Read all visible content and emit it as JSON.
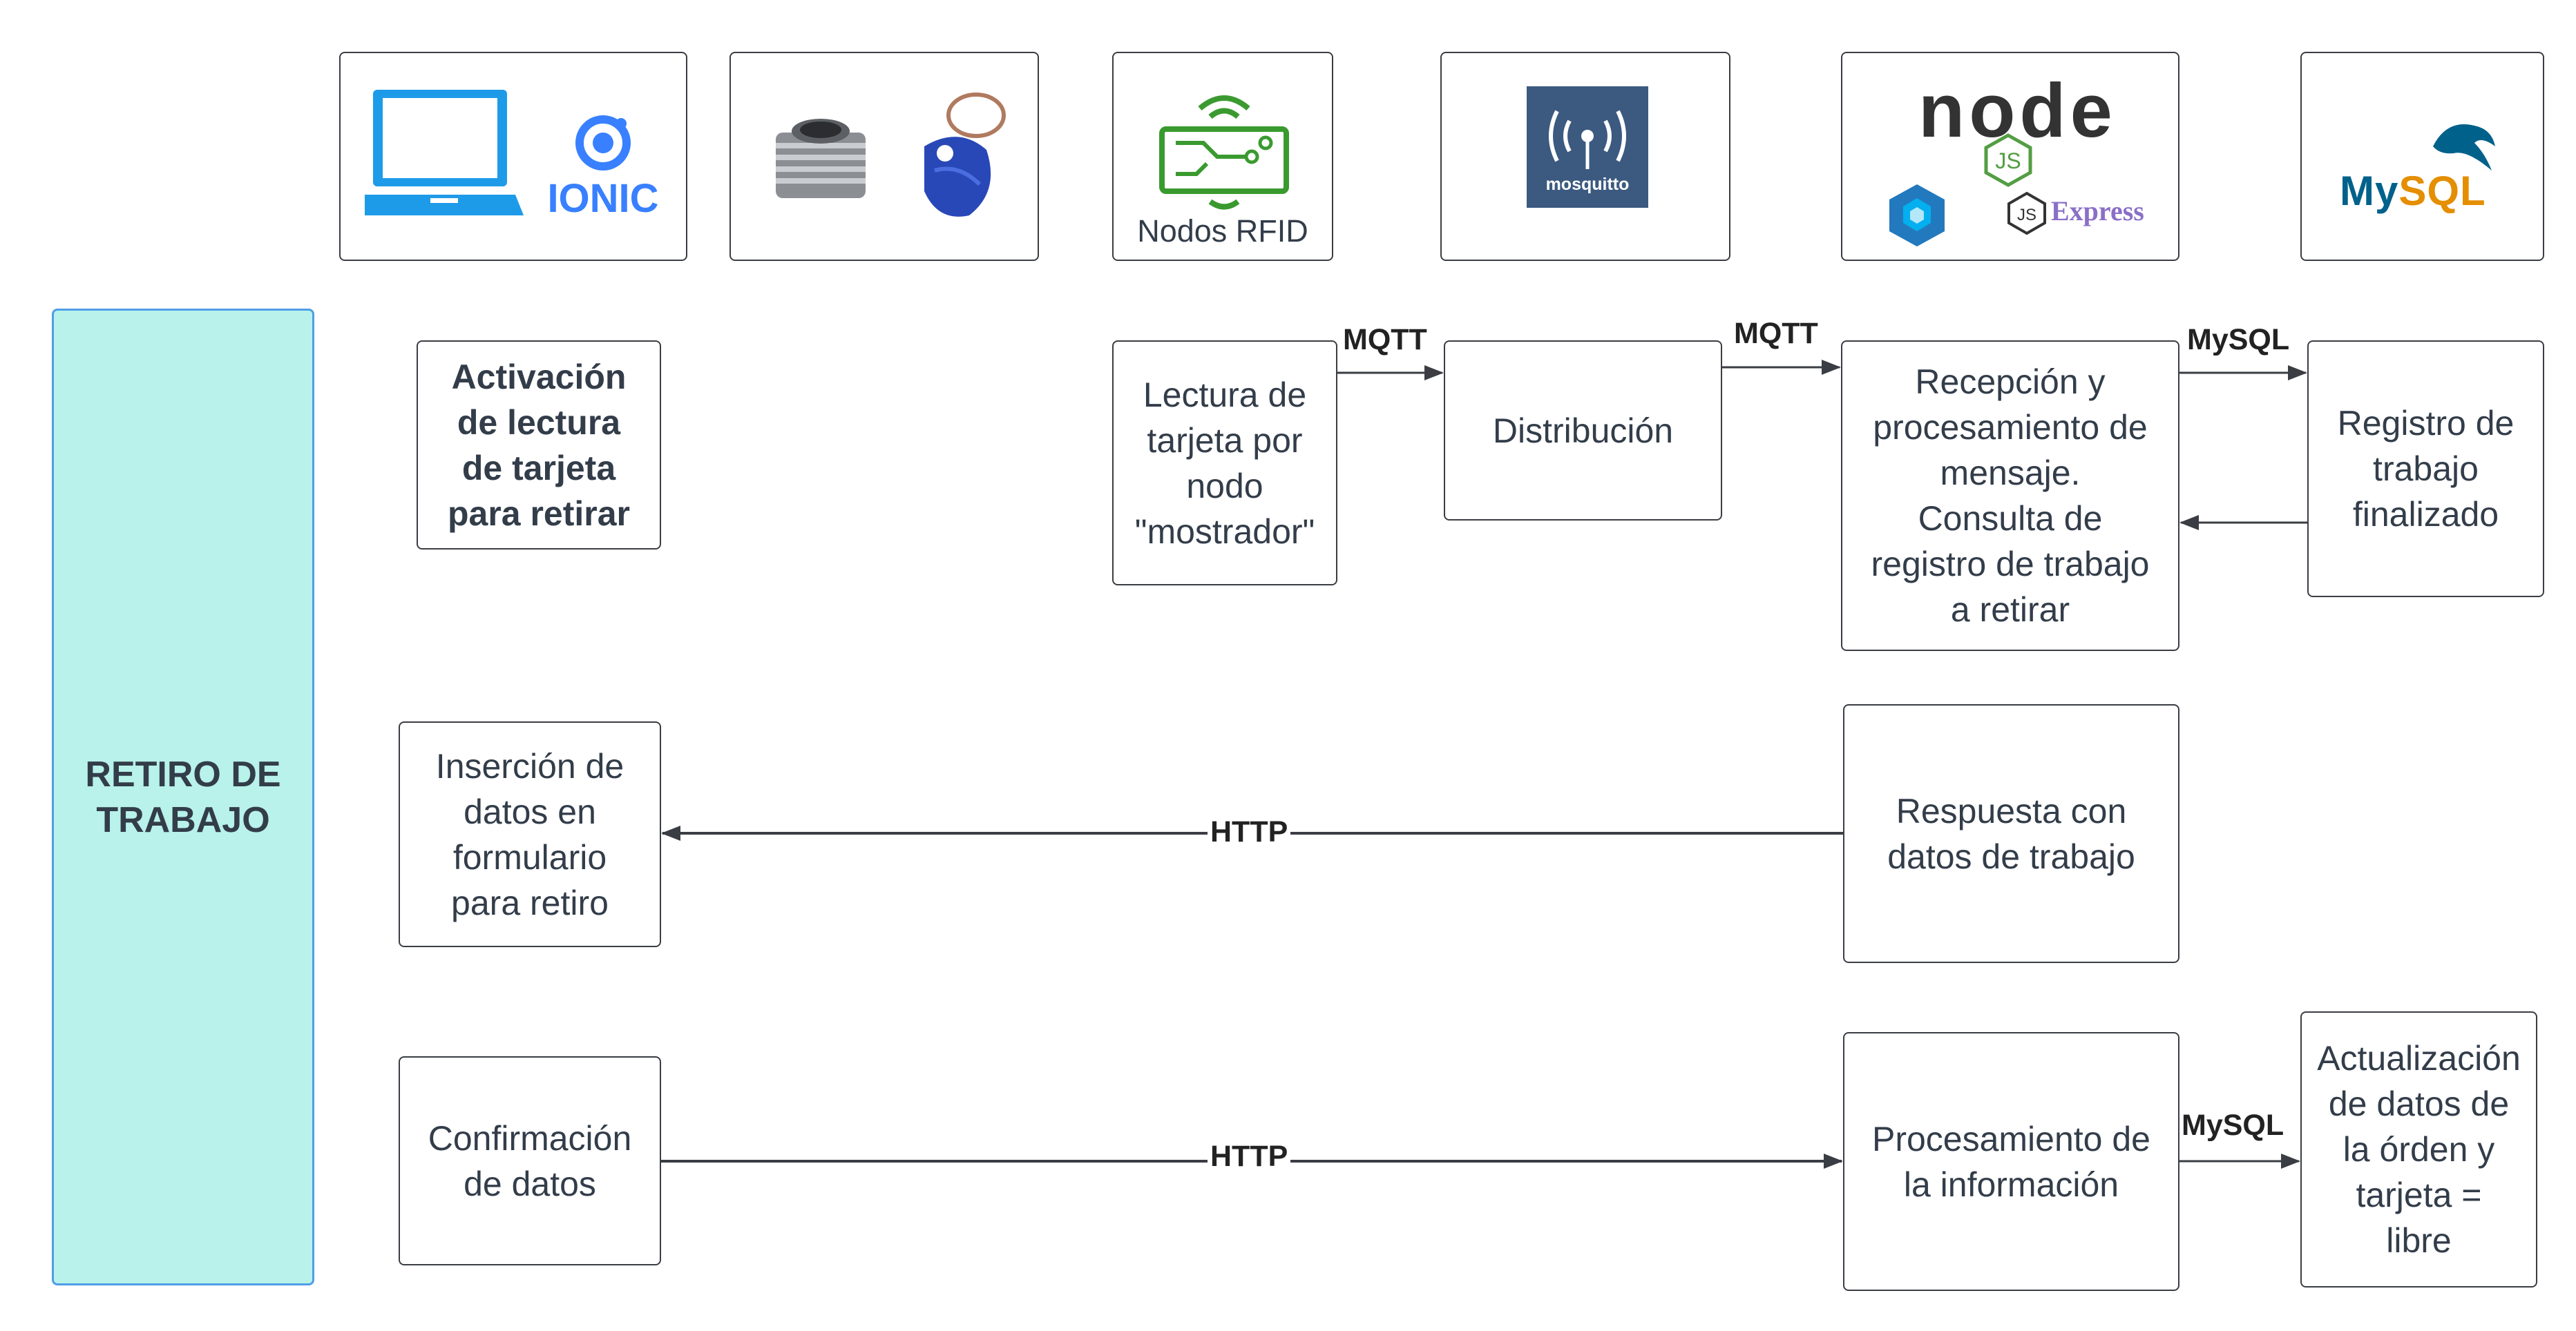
{
  "colors": {
    "swimlane_fill": "#b8f2ea",
    "swimlane_border": "#4f9ee6",
    "box_border": "#3a3d43",
    "text": "#333d4a",
    "arrow": "#3a3d43",
    "laptop_blue": "#1e9be8",
    "ionic_blue": "#3880ff",
    "rfid_green": "#3a9a2f",
    "mosquitto_bg": "#3c5a80",
    "node_dark": "#333333",
    "node_green": "#539e43",
    "express_purple": "#8a6fc8",
    "mysql_blue": "#00618a",
    "mysql_orange": "#e48e00"
  },
  "swimlane": {
    "label": "RETIRO DE\nTRABAJO"
  },
  "components": {
    "frontend": {
      "icons": [
        "laptop-icon",
        "ionic-logo"
      ],
      "ionic_text": "IONIC"
    },
    "hardware": {
      "icons": [
        "motor-cylinder-image",
        "rfid-keyfob-image"
      ]
    },
    "rfid": {
      "icon": "rfid-circuit-icon",
      "label": "Nodos RFID"
    },
    "broker": {
      "icon": "mosquitto-logo",
      "text": "mosquitto"
    },
    "backend": {
      "icons": [
        "nodejs-logo",
        "sequelize-logo",
        "express-logo"
      ],
      "node_text": "node",
      "express_text": "Express"
    },
    "database": {
      "icon": "mysql-logo",
      "text_my": "My",
      "text_sql": "SQL"
    }
  },
  "steps": {
    "activation": "Activación\nde lectura\nde tarjeta\npara retirar",
    "read_card": "Lectura de\ntarjeta por\nnodo\n\"mostrador\"",
    "distribution": "Distribución",
    "reception": "Recepción y\nprocesamiento de\nmensaje.\nConsulta de\nregistro de trabajo\na retirar",
    "record_finished": "Registro de\ntrabajo\nfinalizado",
    "insert_form": "Inserción de\ndatos en\nformulario\npara retiro",
    "response": "Respuesta con\ndatos de trabajo",
    "confirm": "Confirmación\nde datos",
    "processing": "Procesamiento de\nla información",
    "update": "Actualización\nde datos de\nla órden y\ntarjeta =\nlibre"
  },
  "edges": {
    "mqtt_1": "MQTT",
    "mqtt_2": "MQTT",
    "mysql_1": "MySQL",
    "http_1": "HTTP",
    "http_2": "HTTP",
    "mysql_2": "MySQL"
  }
}
